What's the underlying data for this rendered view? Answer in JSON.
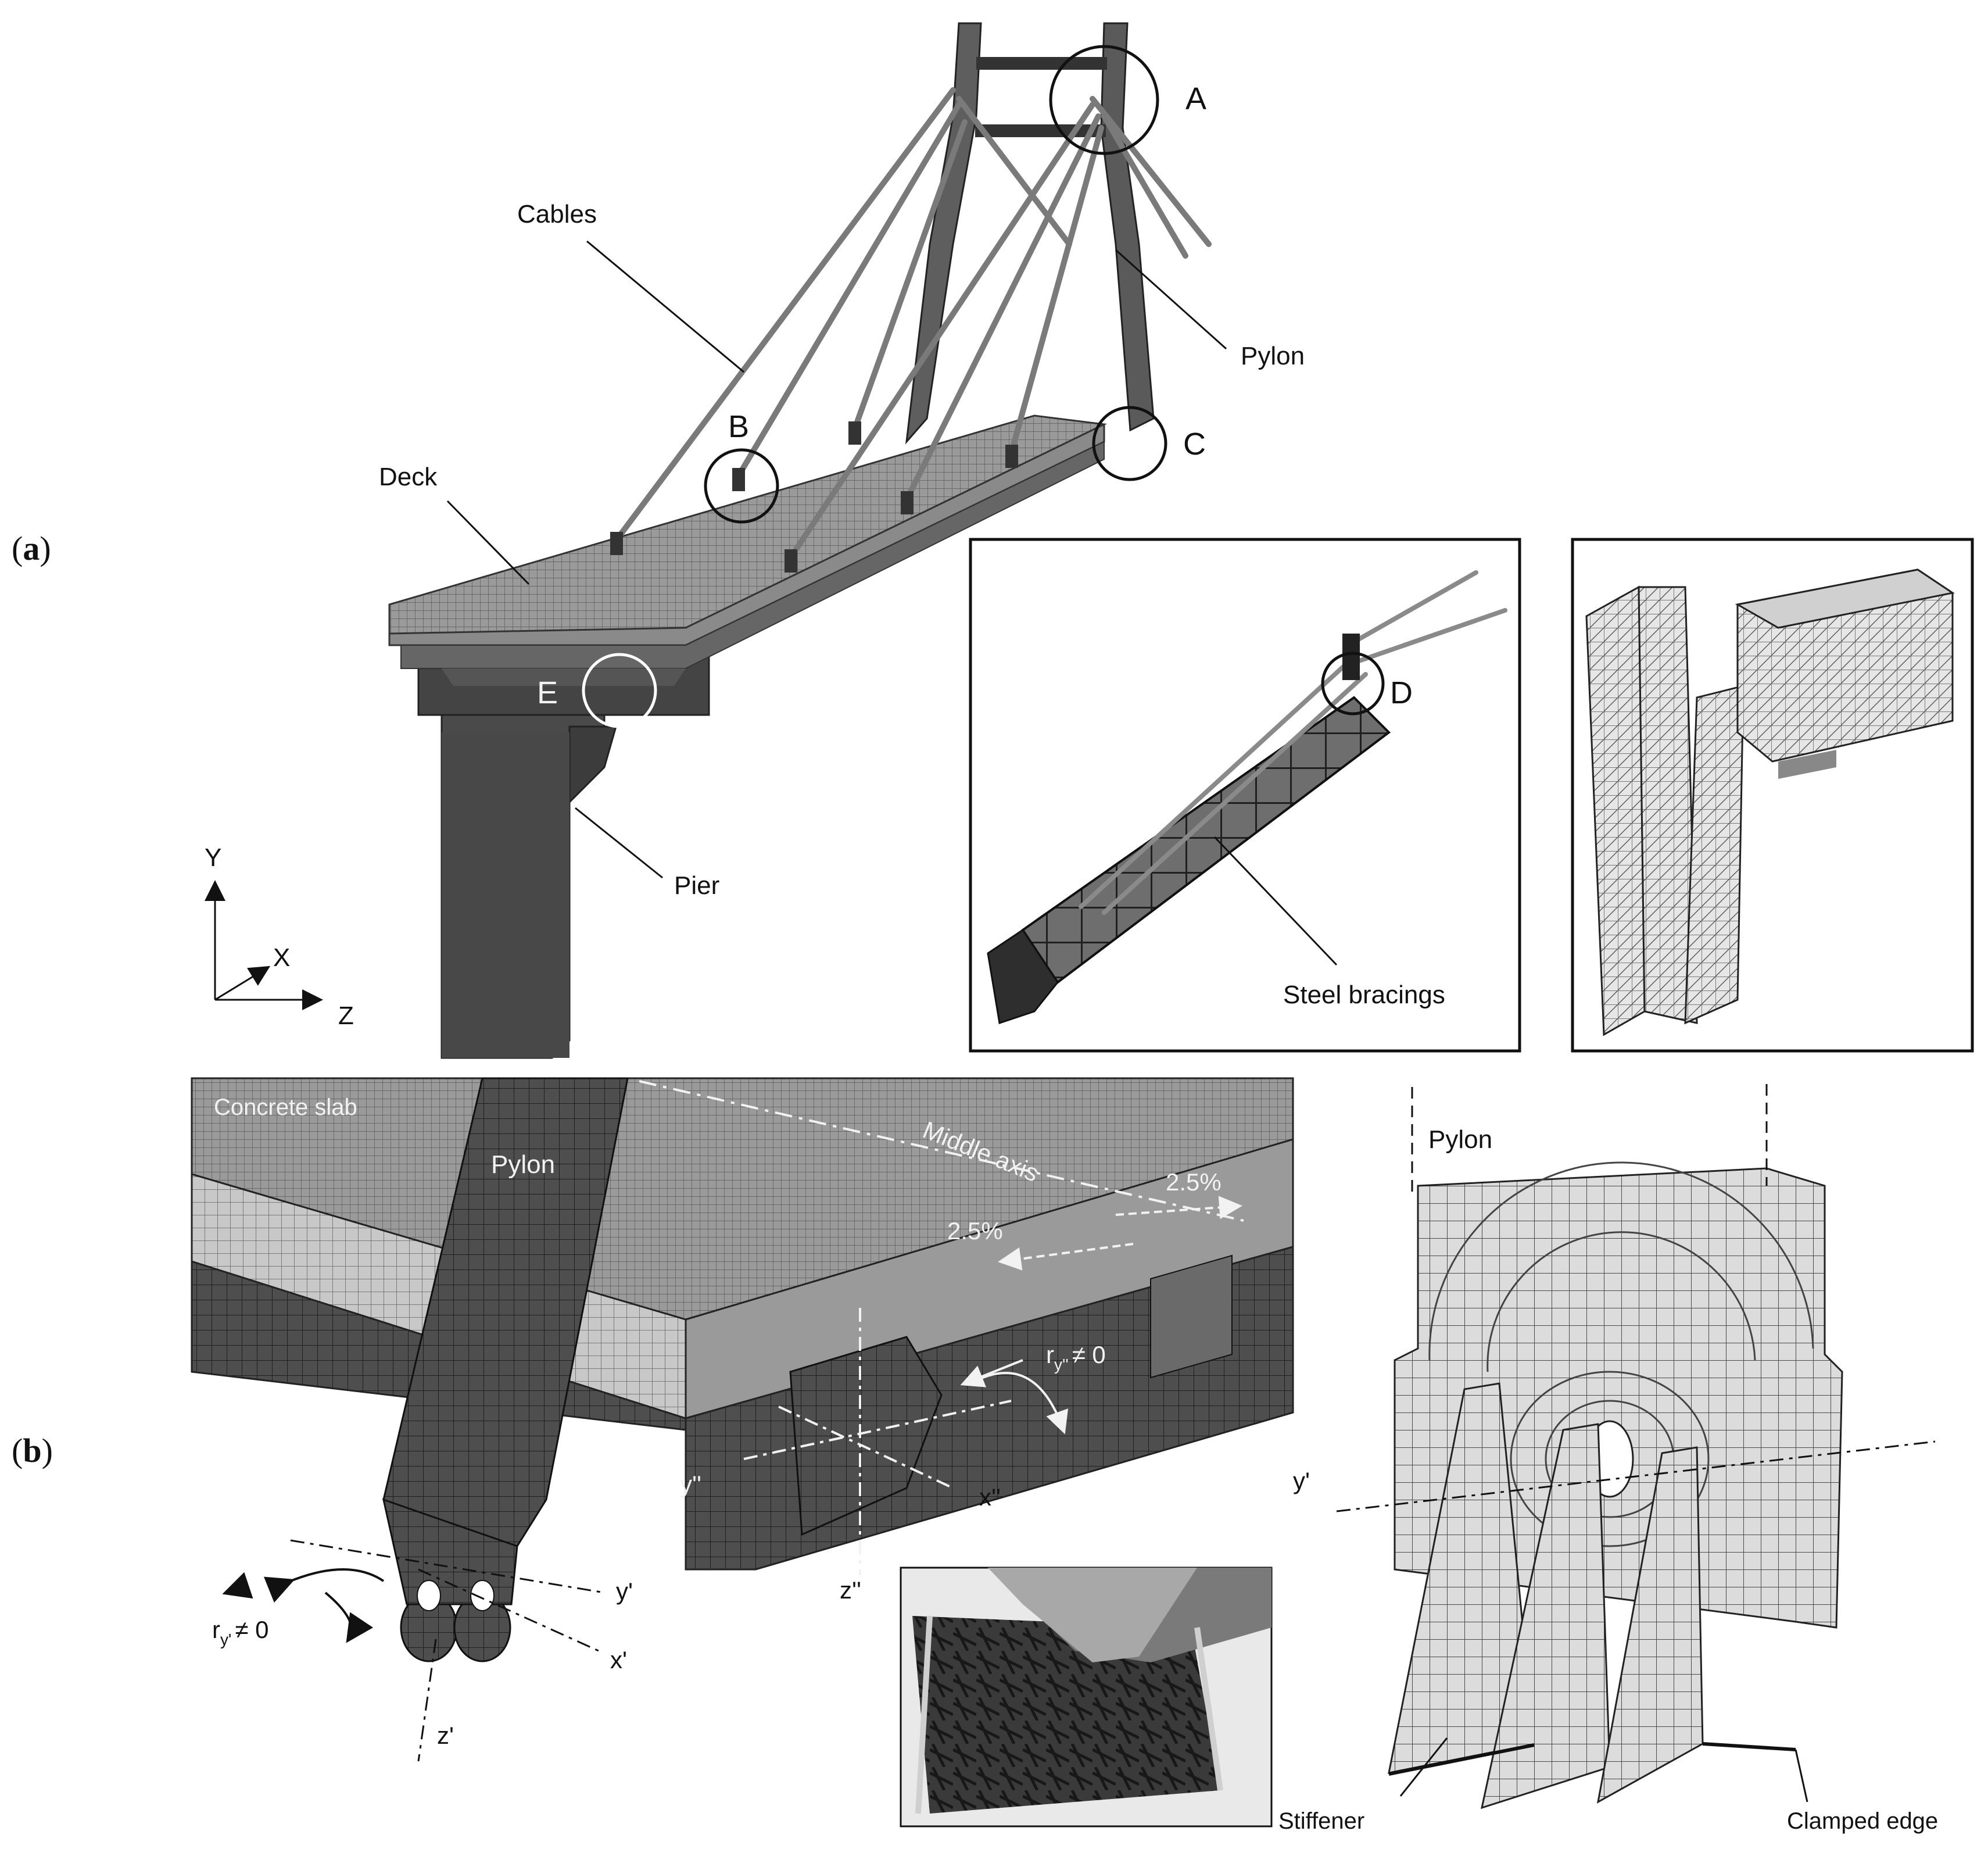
{
  "panel_a": {
    "tag_open": "(",
    "tag_letter": "a",
    "tag_close": ")",
    "labels": {
      "cables": "Cables",
      "pylon": "Pylon",
      "deck": "Deck",
      "pier": "Pier",
      "steel_bracings": "Steel bracings"
    },
    "detail_markers": [
      "A",
      "B",
      "C",
      "D",
      "E"
    ],
    "axes": {
      "y": "Y",
      "x": "X",
      "z": "Z"
    }
  },
  "panel_b": {
    "tag_open": "(",
    "tag_letter": "b",
    "tag_close": ")",
    "labels": {
      "concrete_slab": "Concrete slab",
      "pylon": "Pylon",
      "middle_axis": "Middle axis",
      "slope_right": "2.5%",
      "slope_left": "2.5%",
      "pylon_right": "Pylon",
      "stiffener": "Stiffener",
      "clamped_edge": "Clamped edge"
    },
    "rotation_labels": {
      "r_ydd_base": "r",
      "r_ydd_sub": "y''",
      "r_ydd_rest": "≠ 0",
      "r_yp_base": "r",
      "r_yp_sub": "y'",
      "r_yp_rest": "≠ 0"
    },
    "axis_labels": {
      "y_dd": "y''",
      "x_dd": "x''",
      "z_dd": "z''",
      "y_p": "y'",
      "x_p": "x'",
      "z_p": "z'",
      "y_p_right": "y'"
    }
  }
}
